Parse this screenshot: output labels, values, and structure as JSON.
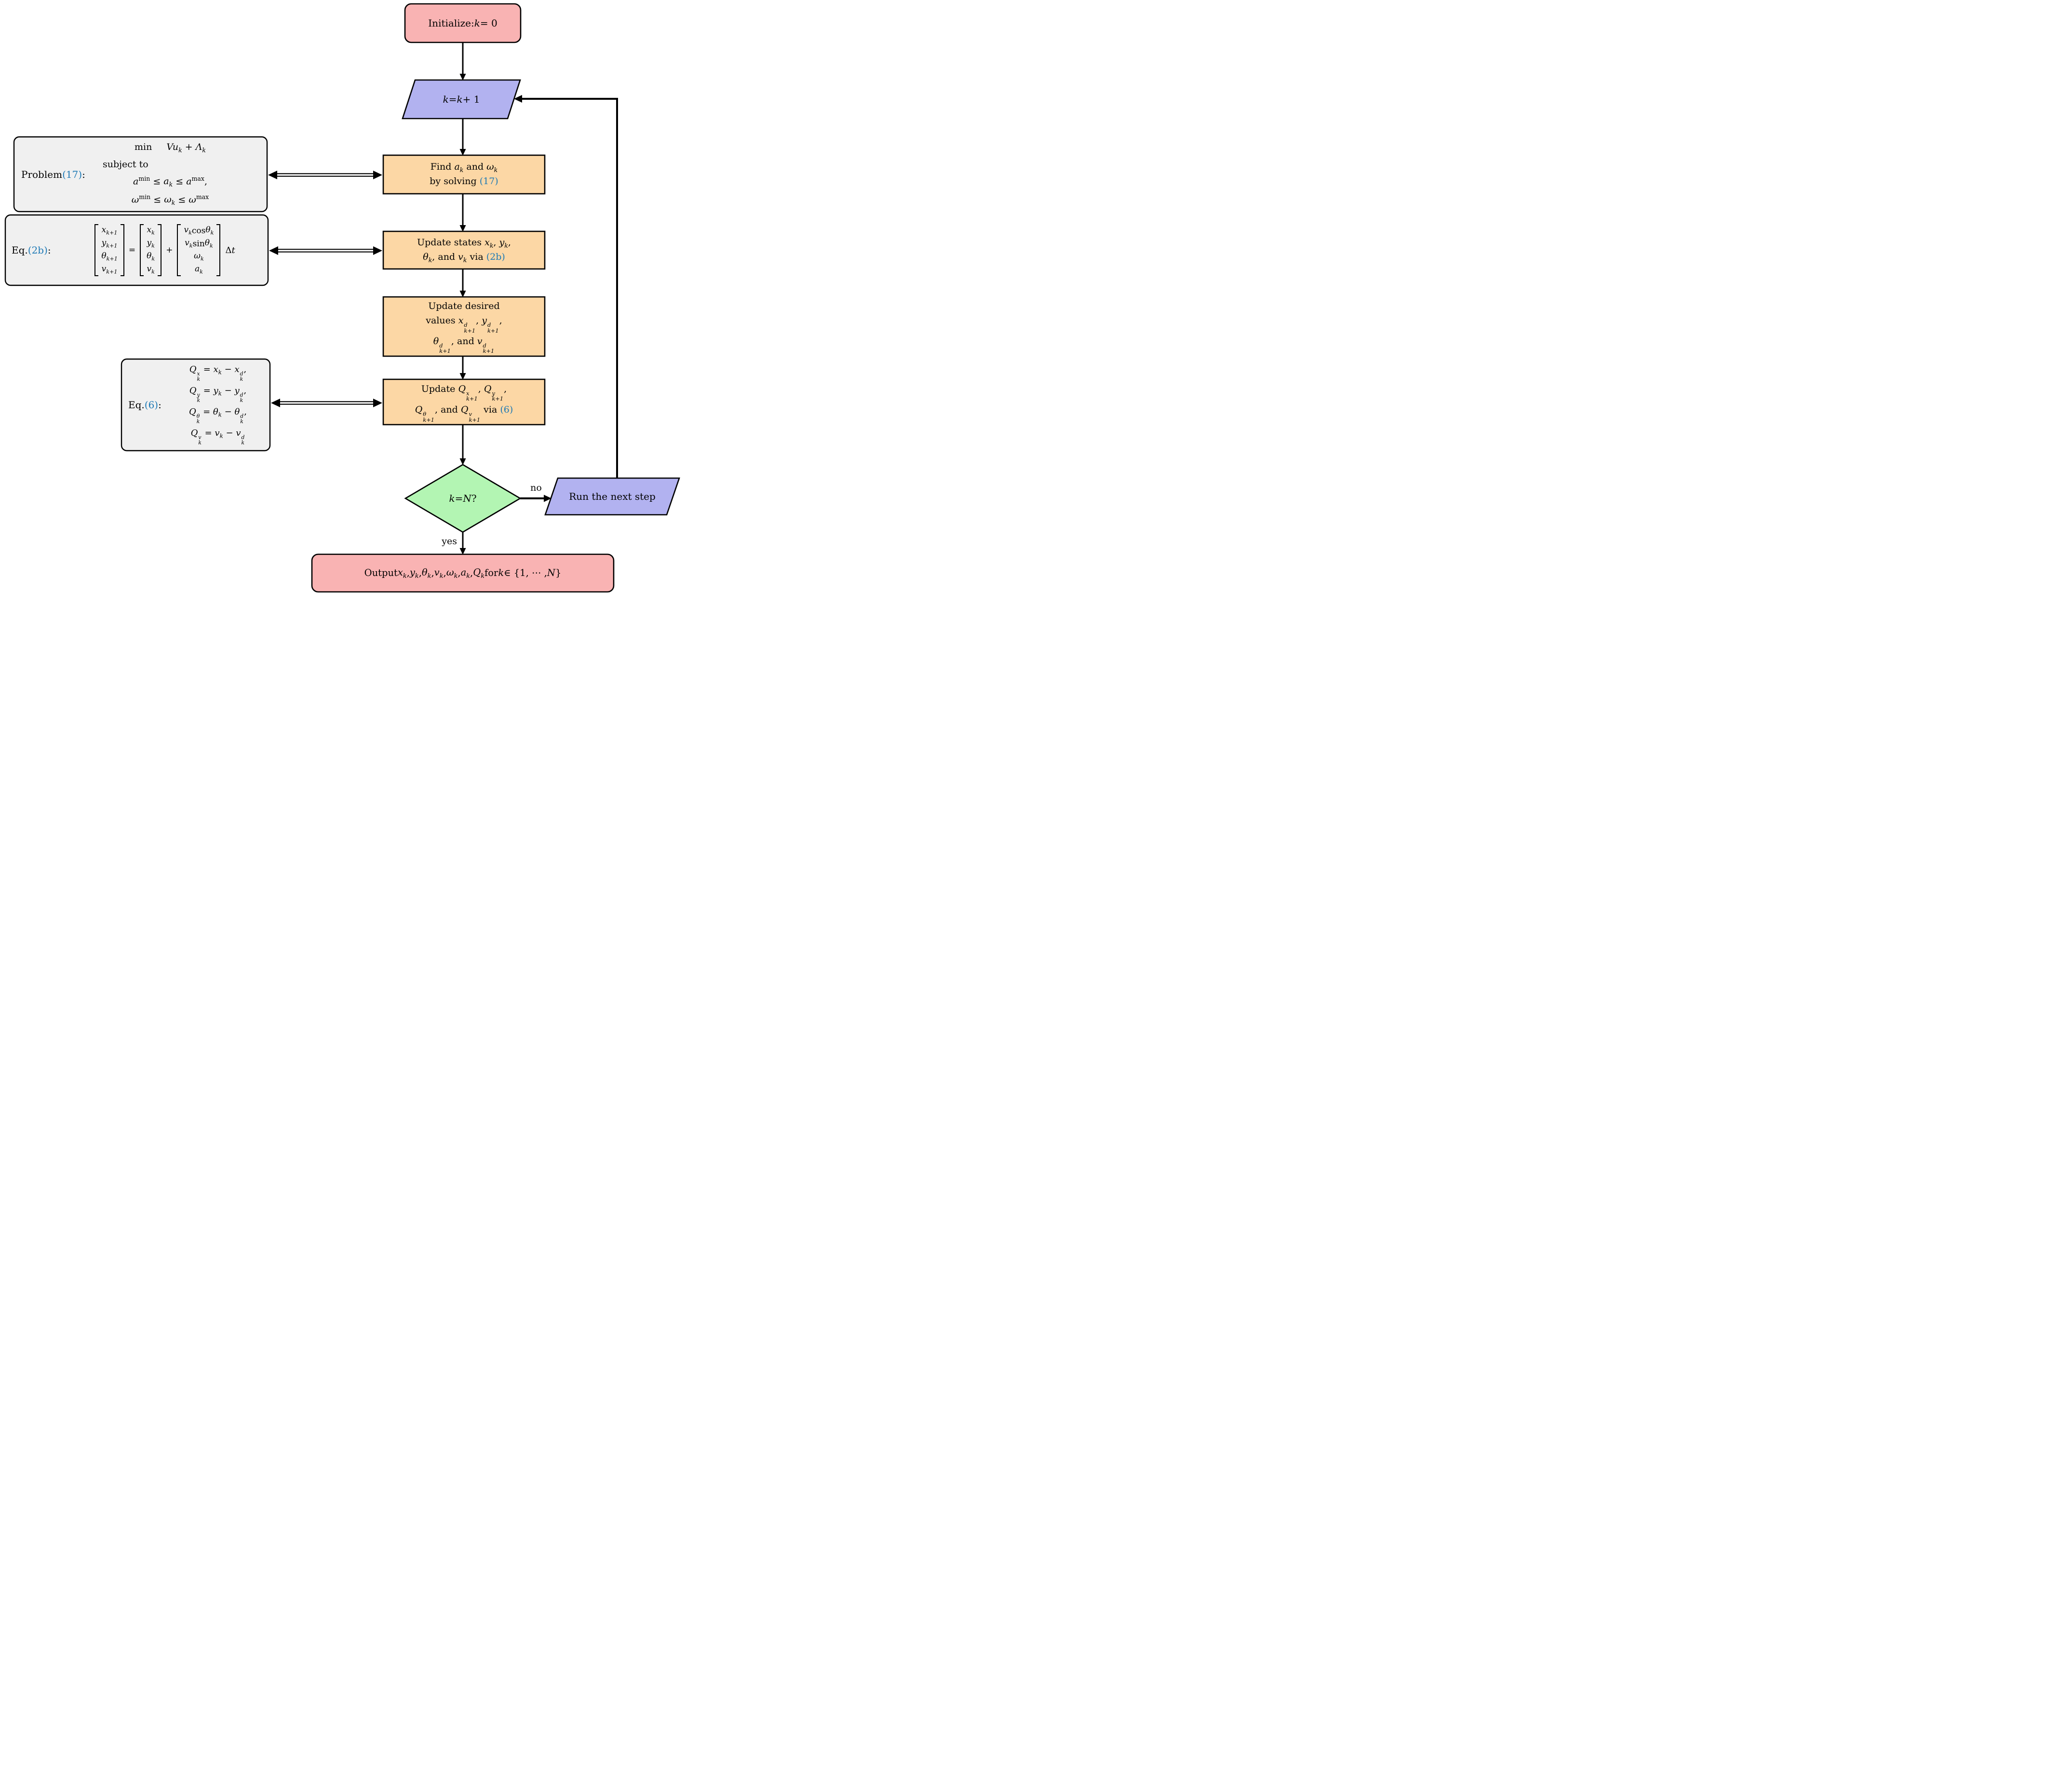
{
  "colors": {
    "pink": "#f9b3b3",
    "purple": "#b2b2f0",
    "orange": "#fcd7a5",
    "green": "#b3f5b3",
    "gray": "#f0f0f0",
    "ref_blue": "#1d79b5"
  },
  "nodes": {
    "init": {
      "text": "Initialize: <i>k</i> = 0"
    },
    "increment": {
      "text": "<i>k</i> = <i>k</i> + 1"
    },
    "find": {
      "line1": "Find <i>a<sub>k</sub></i> and <i>ω<sub>k</sub></i>",
      "line2": "by solving <span class=\"ref\">(17)</span>"
    },
    "states": {
      "line1": "Update states <i>x<sub>k</sub></i>, <i>y<sub>k</sub></i>,",
      "line2": "<i>θ<sub>k</sub></i>, and <i>v<sub>k</sub></i> via <span class=\"ref\">(2b)</span>"
    },
    "desired": {
      "line1": "Update desired",
      "line2": "values <i>x</i><span class=\"ss\"><sup>d</sup><sub>k+1</sub></span>, <i>y</i><span class=\"ss\"><sup>d</sup><sub>k+1</sub></span>,",
      "line3": "<i>θ</i><span class=\"ss\"><sup>d</sup><sub>k+1</sub></span>, and <i>v</i><span class=\"ss\"><sup>d</sup><sub>k+1</sub></span>"
    },
    "qupdate": {
      "line1": "Update <i>Q</i><span class=\"ss\"><sup>x</sup><sub>k+1</sub></span>, <i>Q</i><span class=\"ss\"><sup>y</sup><sub>k+1</sub></span>,",
      "line2": "<i>Q</i><span class=\"ss\"><sup>θ</sup><sub>k+1</sub></span>, and <i>Q</i><span class=\"ss\"><sup>v</sup><sub>k+1</sub></span> via <span class=\"ref\">(6)</span>"
    },
    "decision": {
      "text": "<i>k</i> = <i>N</i>?"
    },
    "run": {
      "text": "Run the next step"
    },
    "output": {
      "text": "Output <i>x<sub>k</sub></i>, <i>y<sub>k</sub></i>, <i>θ<sub>k</sub></i>, <i>v<sub>k</sub></i>, <i>ω<sub>k</sub></i>, <i>a<sub>k</sub></i>, <i>Q<sub>k</sub></i> for <i>k</i> ∈ {1, ⋯ , <i>N</i>}"
    }
  },
  "labels": {
    "no": "no",
    "yes": "yes"
  },
  "side": {
    "problem": {
      "label": "Problem <span class=\"ref\">(17)</span>:",
      "objective_keyword": "min",
      "objective": "<i>Vu<sub>k</sub></i> + <i>Λ<sub>k</sub></i>",
      "subject_to": "subject to",
      "constraint1": "<i>a</i><sup>min</sup> ≤ <i>a<sub>k</sub></i> ≤ <i>a</i><sup>max</sup>,",
      "constraint2": "<i>ω</i><sup>min</sup> ≤ <i>ω<sub>k</sub></i> ≤ <i>ω</i><sup>max</sup>"
    },
    "eq2b": {
      "label": "Eq. <span class=\"ref\">(2b)</span>:",
      "lhs": [
        "<i>x<sub>k+1</sub></i>",
        "<i>y<sub>k+1</sub></i>",
        "<i>θ<sub>k+1</sub></i>",
        "<i>v<sub>k+1</sub></i>"
      ],
      "equals": "=",
      "rhs1": [
        "<i>x<sub>k</sub></i>",
        "<i>y<sub>k</sub></i>",
        "<i>θ<sub>k</sub></i>",
        "<i>v<sub>k</sub></i>"
      ],
      "plus": "+",
      "rhs2": [
        "<i>v<sub>k</sub></i> cos <i>θ<sub>k</sub></i>",
        "<i>v<sub>k</sub></i> sin <i>θ<sub>k</sub></i>",
        "<i>ω<sub>k</sub></i>",
        "<i>a<sub>k</sub></i>"
      ],
      "dt": "Δ<i>t</i>"
    },
    "eq6": {
      "label": "Eq. <span class=\"ref\">(6)</span>:",
      "lines": [
        "<i>Q</i><span class=\"ss\"><sup>x</sup><sub>k</sub></span> = <i>x<sub>k</sub></i> − <i>x</i><span class=\"ss\"><sup>d</sup><sub>k</sub></span>,",
        "<i>Q</i><span class=\"ss\"><sup>y</sup><sub>k</sub></span> = <i>y<sub>k</sub></i> − <i>y</i><span class=\"ss\"><sup>d</sup><sub>k</sub></span>,",
        "<i>Q</i><span class=\"ss\"><sup>θ</sup><sub>k</sub></span> = <i>θ<sub>k</sub></i> − <i>θ</i><span class=\"ss\"><sup>d</sup><sub>k</sub></span>,",
        "<i>Q</i><span class=\"ss\"><sup>v</sup><sub>k</sub></span> = <i>v<sub>k</sub></i> − <i>v</i><span class=\"ss\"><sup>d</sup><sub>k</sub></span>"
      ]
    }
  }
}
